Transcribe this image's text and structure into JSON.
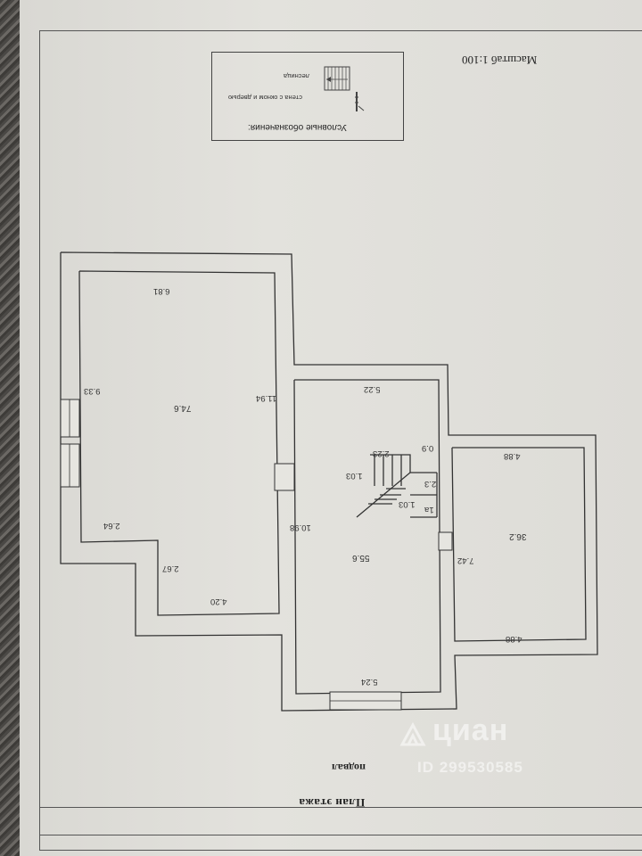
{
  "document": {
    "title": "План этажа",
    "floor": "подвал",
    "scale": "Масштаб 1:100"
  },
  "legend": {
    "heading": "Условные обозначения:",
    "items": [
      {
        "label": "стена с окном и дверью",
        "icon": "wall-with-window-door-icon"
      },
      {
        "label": "лесница",
        "icon": "staircase-icon"
      }
    ]
  },
  "rooms": [
    {
      "id": "room-1",
      "area": "74.6",
      "dimensions": [
        "6.81",
        "9.33",
        "11.94",
        "2.64",
        "2.67",
        "4.20"
      ]
    },
    {
      "id": "room-2",
      "area": "55.6",
      "dimensions": [
        "5.22",
        "10.98",
        "5.24"
      ]
    },
    {
      "id": "room-3",
      "area": "36.2",
      "dimensions": [
        "4.88",
        "7.42",
        "4.88"
      ]
    }
  ],
  "stair": {
    "dimensions": [
      "2.23",
      "1.03",
      "0.9",
      "2.3",
      "1.03",
      "1a"
    ]
  },
  "watermark": {
    "brand": "циан",
    "id": "ID 299530585"
  }
}
